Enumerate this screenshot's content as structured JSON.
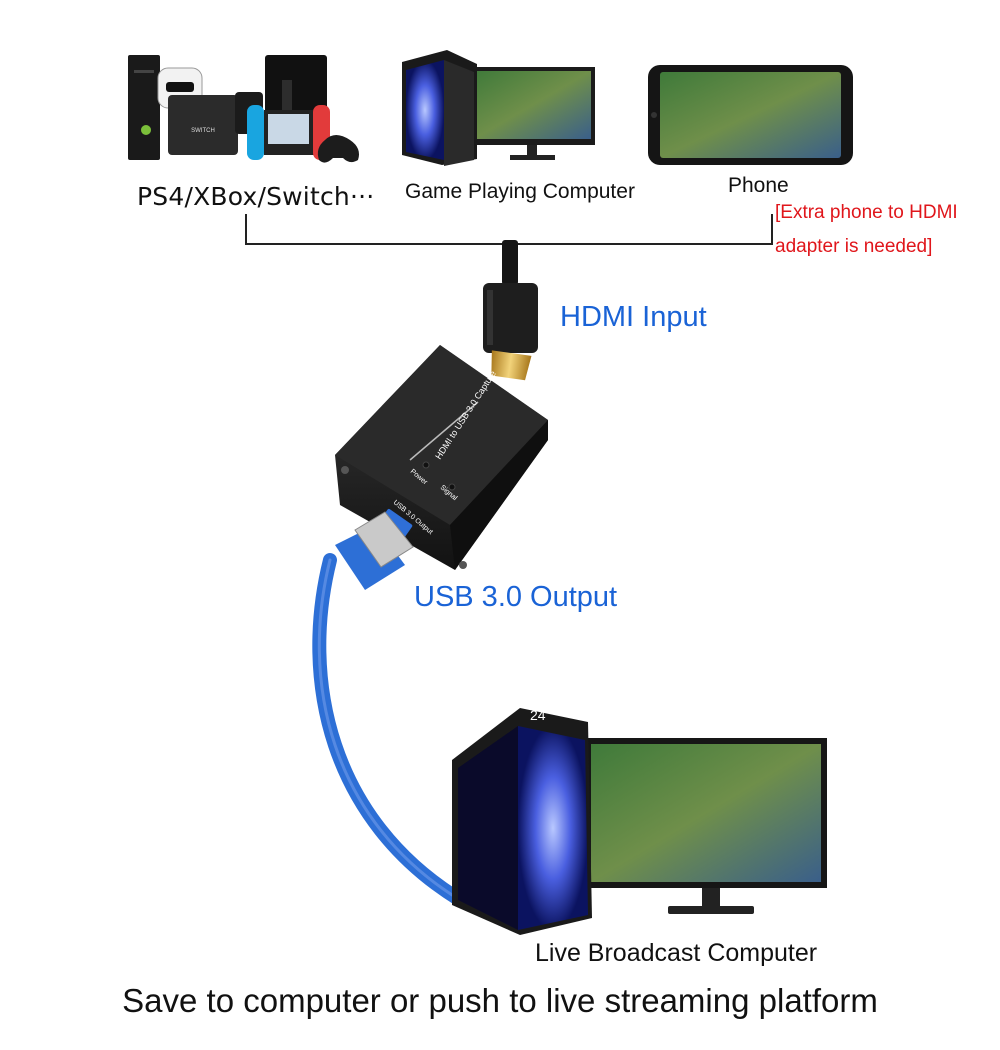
{
  "sources": {
    "consoles_label": "PS4/XBox/Switch···",
    "game_pc_label": "Game Playing Computer",
    "phone_label": "Phone",
    "phone_note_line1": "[Extra phone to HDMI",
    "phone_note_line2": "adapter is needed]"
  },
  "connectors": {
    "hdmi_input_label": "HDMI Input",
    "usb_output_label": "USB 3.0 Output"
  },
  "device": {
    "name_text": "HDMI to USB 3.0 Capture",
    "power_text": "Power",
    "signal_text": "Signal",
    "port_text": "USB 3.0 Output"
  },
  "destination": {
    "live_pc_label": "Live Broadcast Computer"
  },
  "caption": "Save to computer or push to live streaming platform",
  "colors": {
    "label_blue": "#1a63d6",
    "note_red": "#e0161b",
    "cable_blue": "#2d6fd6"
  }
}
